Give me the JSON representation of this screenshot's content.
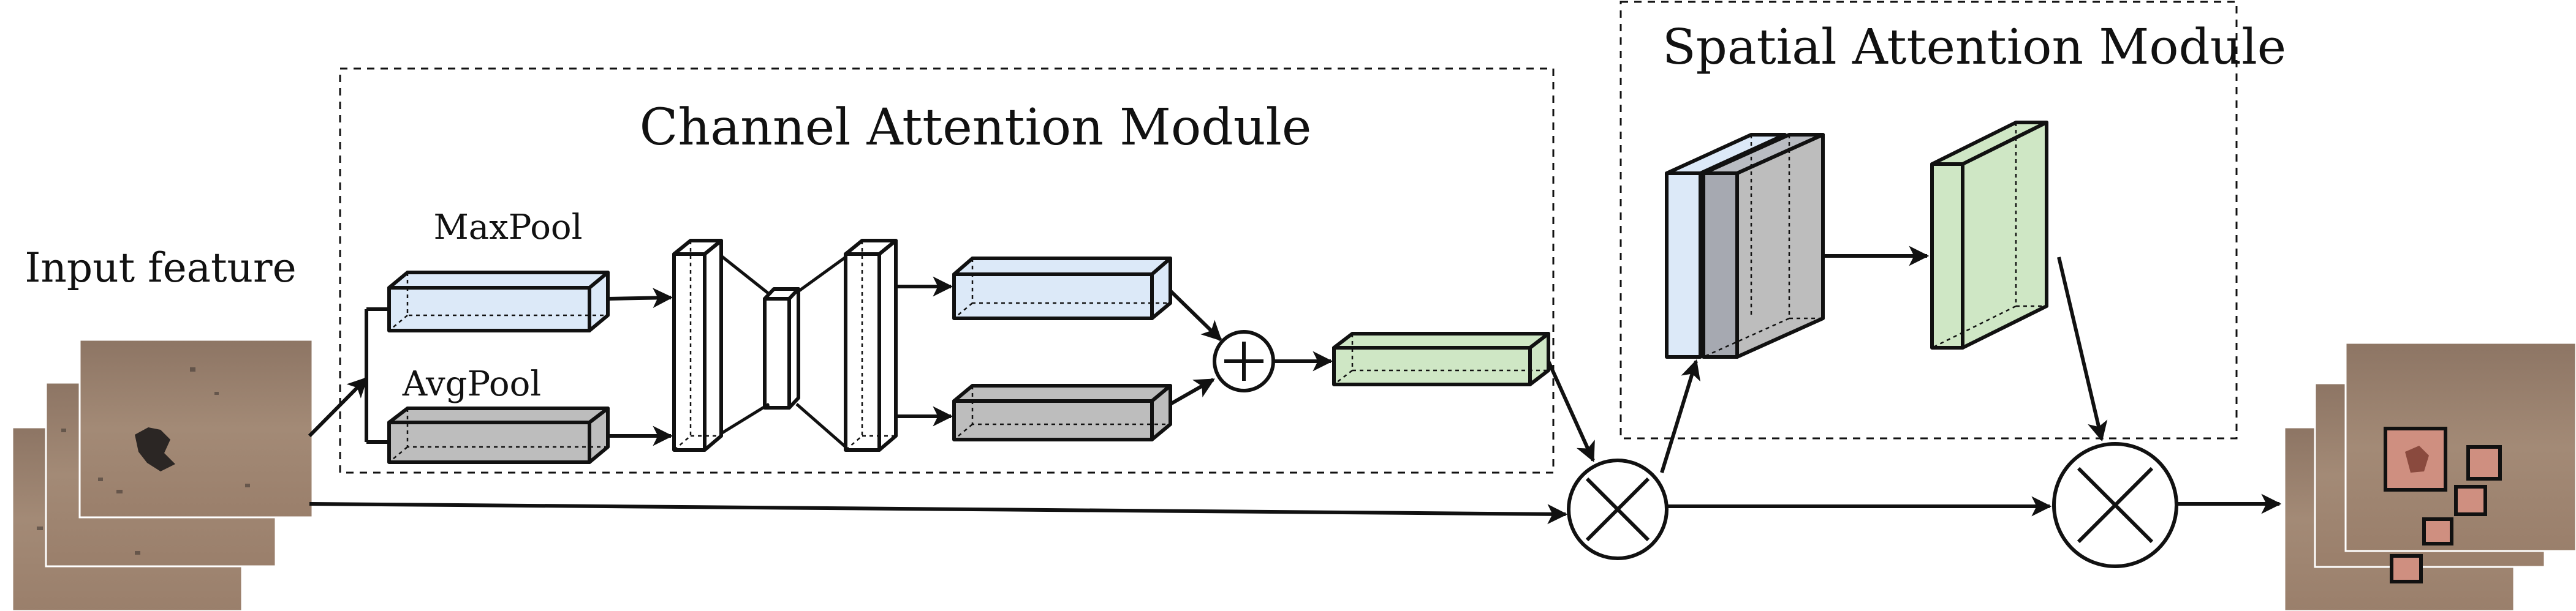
{
  "labels": {
    "input": "Input feature",
    "channel_module": "Channel Attention Module",
    "spatial_module": "Spatial Attention Module",
    "maxpool": "MaxPool",
    "avgpool": "AvgPool"
  },
  "colors": {
    "blue": "#dce9f8",
    "gray": "#bdbdbd",
    "green": "#cfe7c5",
    "photo": "#a08670",
    "highlight": "#cf8f80",
    "stroke": "#111111"
  },
  "icons": {
    "plus": "plus-icon",
    "multiply": "multiply-icon"
  }
}
